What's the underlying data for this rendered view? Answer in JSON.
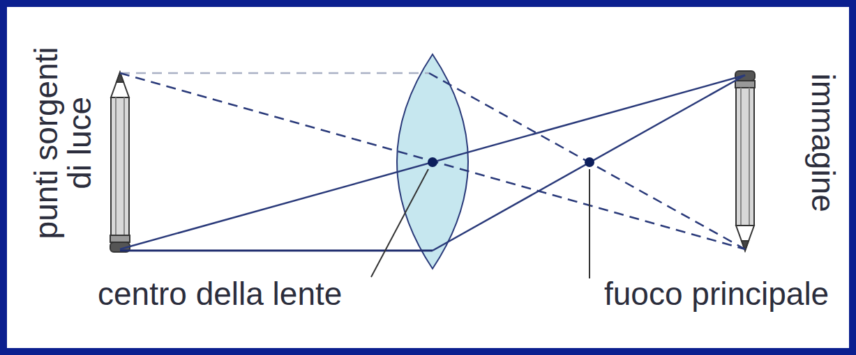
{
  "diagram": {
    "labels": [
      "punti sorgenti di luce",
      "immagine",
      "centro della lente",
      "fuoco principale"
    ]
  }
}
